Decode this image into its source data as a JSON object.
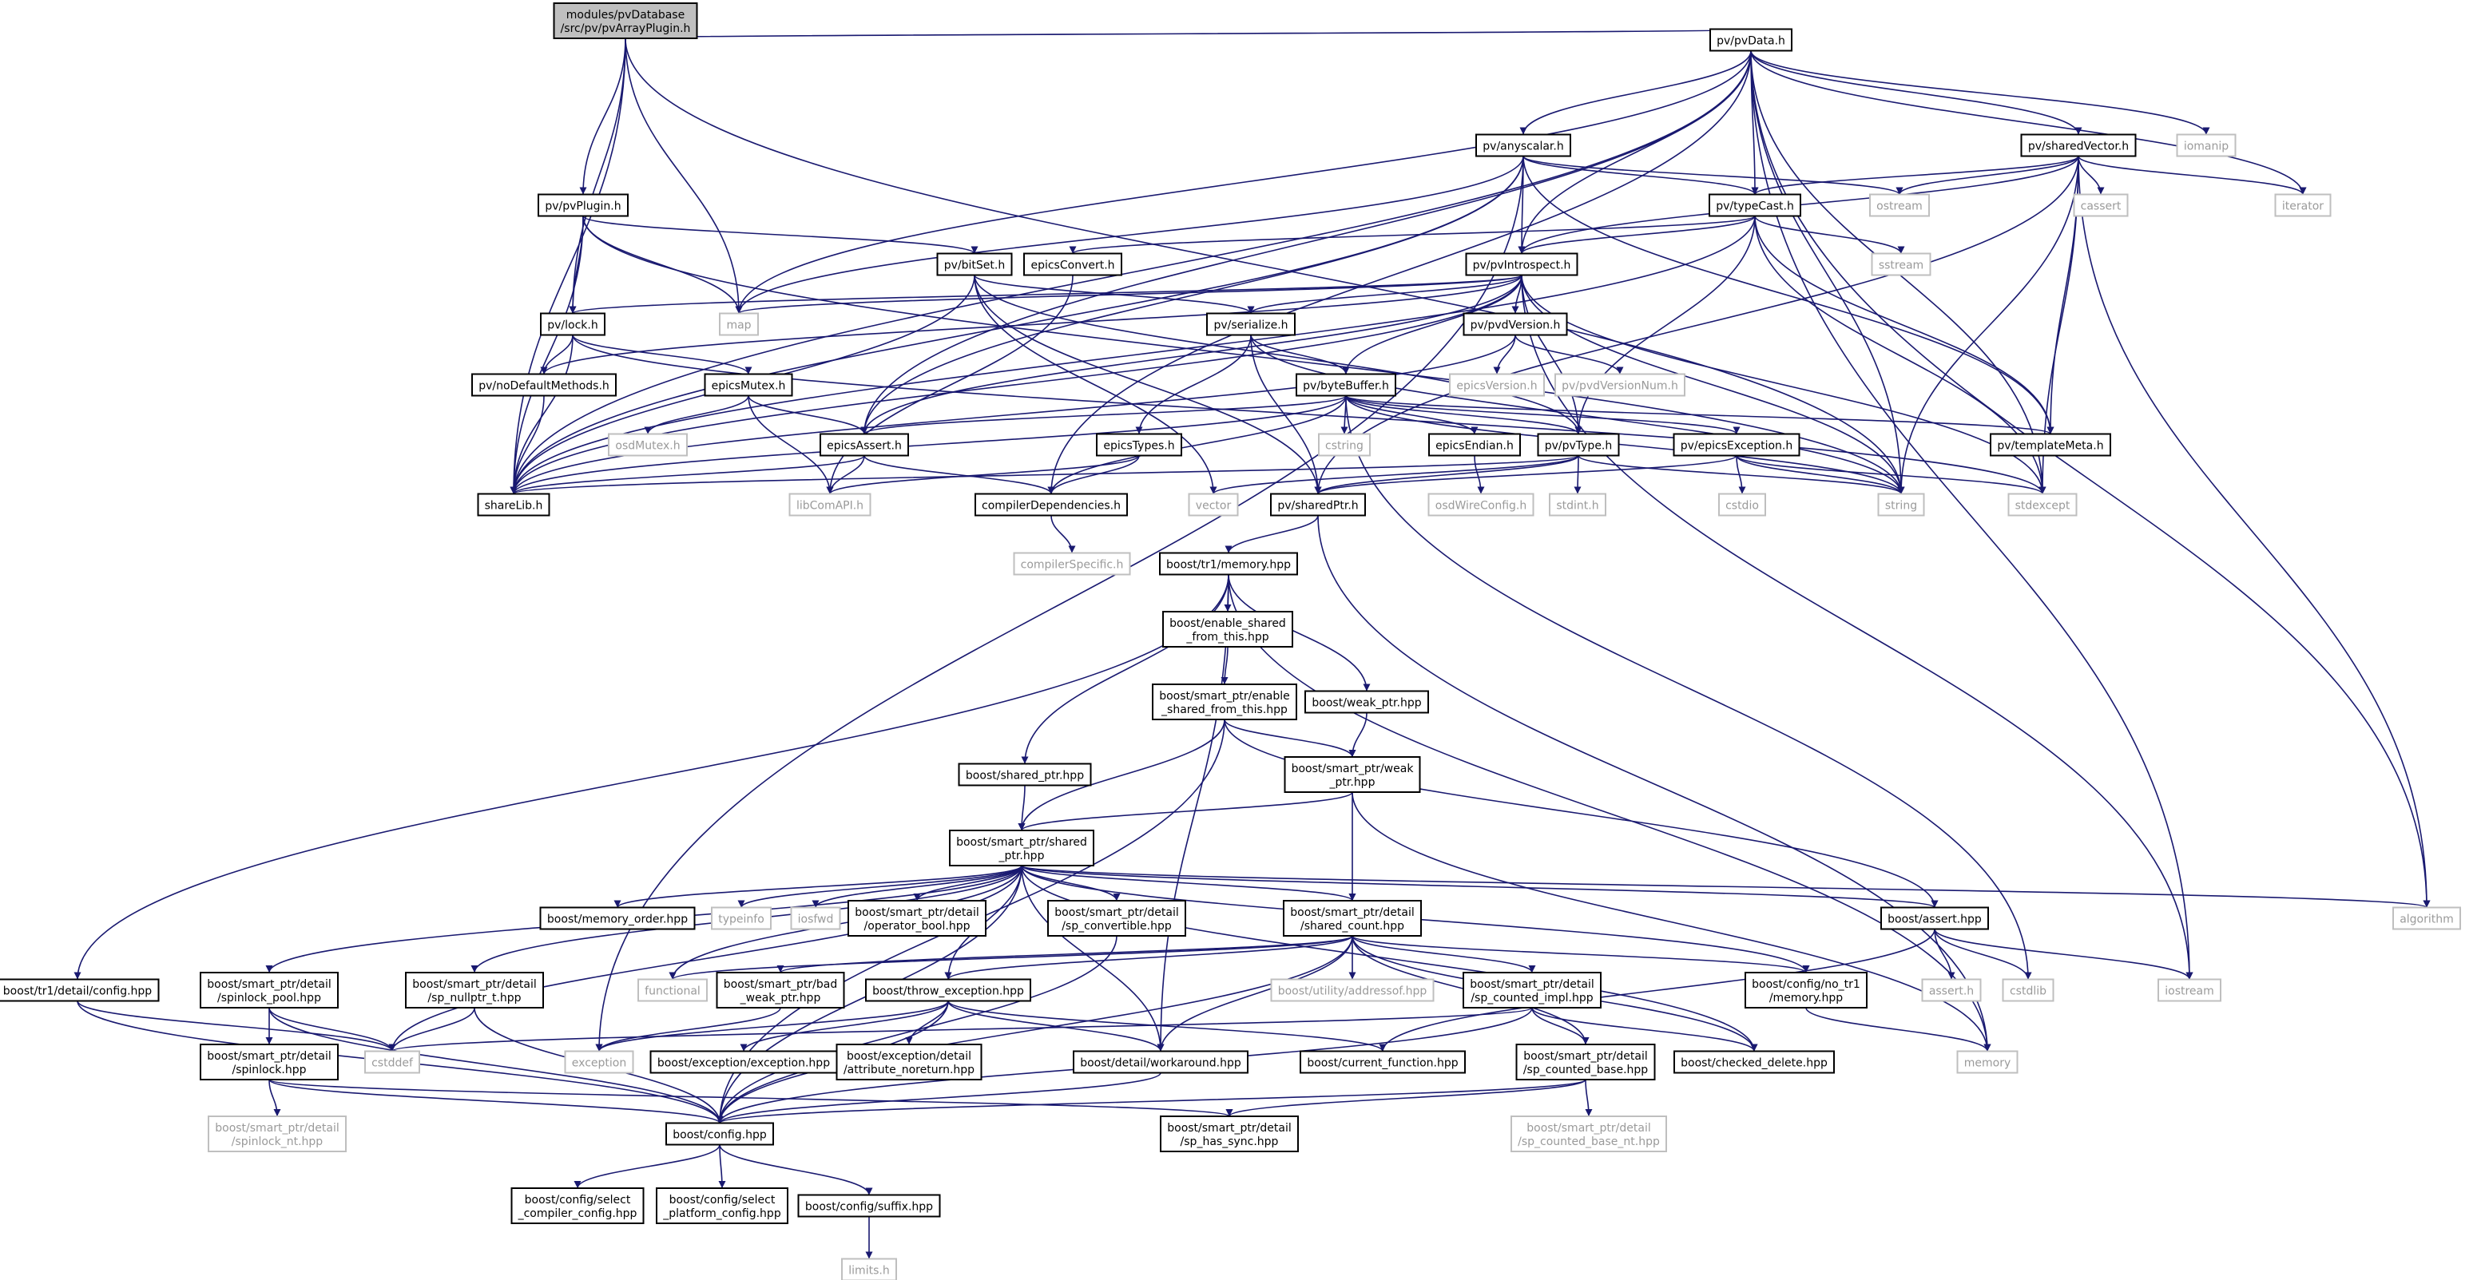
{
  "nodes": [
    {
      "id": "root",
      "lines": [
        "modules/pvDatabase",
        "/src/pv/pvArrayPlugin.h"
      ],
      "kind": "root"
    },
    {
      "id": "pvData",
      "lines": [
        "pv/pvData.h"
      ],
      "kind": "doc"
    },
    {
      "id": "pvPlugin",
      "lines": [
        "pv/pvPlugin.h"
      ],
      "kind": "doc"
    },
    {
      "id": "lock",
      "lines": [
        "pv/lock.h"
      ],
      "kind": "doc"
    },
    {
      "id": "map",
      "lines": [
        "map"
      ],
      "kind": "ext"
    },
    {
      "id": "shareLib",
      "lines": [
        "shareLib.h"
      ],
      "kind": "doc"
    },
    {
      "id": "string",
      "lines": [
        "string"
      ],
      "kind": "ext"
    },
    {
      "id": "anyscalar",
      "lines": [
        "pv/anyscalar.h"
      ],
      "kind": "doc"
    },
    {
      "id": "sharedVector",
      "lines": [
        "pv/sharedVector.h"
      ],
      "kind": "doc"
    },
    {
      "id": "iomanip",
      "lines": [
        "iomanip"
      ],
      "kind": "ext"
    },
    {
      "id": "typeCast",
      "lines": [
        "pv/typeCast.h"
      ],
      "kind": "doc"
    },
    {
      "id": "ostream",
      "lines": [
        "ostream"
      ],
      "kind": "ext"
    },
    {
      "id": "cassert",
      "lines": [
        "cassert"
      ],
      "kind": "ext"
    },
    {
      "id": "iterator",
      "lines": [
        "iterator"
      ],
      "kind": "ext"
    },
    {
      "id": "epicsConvert",
      "lines": [
        "epicsConvert.h"
      ],
      "kind": "doc"
    },
    {
      "id": "pvIntrospect",
      "lines": [
        "pv/pvIntrospect.h"
      ],
      "kind": "doc"
    },
    {
      "id": "sstream",
      "lines": [
        "sstream"
      ],
      "kind": "ext"
    },
    {
      "id": "bitSet",
      "lines": [
        "pv/bitSet.h"
      ],
      "kind": "doc"
    },
    {
      "id": "serialize",
      "lines": [
        "pv/serialize.h"
      ],
      "kind": "doc"
    },
    {
      "id": "pvdVersion",
      "lines": [
        "pv/pvdVersion.h"
      ],
      "kind": "doc"
    },
    {
      "id": "noDefault",
      "lines": [
        "pv/noDefaultMethods.h"
      ],
      "kind": "doc"
    },
    {
      "id": "epicsMutex",
      "lines": [
        "epicsMutex.h"
      ],
      "kind": "doc"
    },
    {
      "id": "epicsVersion",
      "lines": [
        "epicsVersion.h"
      ],
      "kind": "ext"
    },
    {
      "id": "pvdVersionNum",
      "lines": [
        "pv/pvdVersionNum.h"
      ],
      "kind": "ext"
    },
    {
      "id": "byteBuffer",
      "lines": [
        "pv/byteBuffer.h"
      ],
      "kind": "doc"
    },
    {
      "id": "templateMeta",
      "lines": [
        "pv/templateMeta.h"
      ],
      "kind": "doc"
    },
    {
      "id": "osdMutex",
      "lines": [
        "osdMutex.h"
      ],
      "kind": "ext"
    },
    {
      "id": "epicsAssert",
      "lines": [
        "epicsAssert.h"
      ],
      "kind": "doc"
    },
    {
      "id": "epicsTypes",
      "lines": [
        "epicsTypes.h"
      ],
      "kind": "doc"
    },
    {
      "id": "cstring",
      "lines": [
        "cstring"
      ],
      "kind": "ext"
    },
    {
      "id": "epicsEndian",
      "lines": [
        "epicsEndian.h"
      ],
      "kind": "doc"
    },
    {
      "id": "pvType",
      "lines": [
        "pv/pvType.h"
      ],
      "kind": "doc"
    },
    {
      "id": "epicsException",
      "lines": [
        "pv/epicsException.h"
      ],
      "kind": "doc"
    },
    {
      "id": "stdexcept",
      "lines": [
        "stdexcept"
      ],
      "kind": "ext"
    },
    {
      "id": "libComAPI",
      "lines": [
        "libComAPI.h"
      ],
      "kind": "ext"
    },
    {
      "id": "compilerDep",
      "lines": [
        "compilerDependencies.h"
      ],
      "kind": "doc"
    },
    {
      "id": "vector",
      "lines": [
        "vector"
      ],
      "kind": "ext"
    },
    {
      "id": "sharedPtr",
      "lines": [
        "pv/sharedPtr.h"
      ],
      "kind": "doc"
    },
    {
      "id": "osdWireConfig",
      "lines": [
        "osdWireConfig.h"
      ],
      "kind": "ext"
    },
    {
      "id": "stdint",
      "lines": [
        "stdint.h"
      ],
      "kind": "ext"
    },
    {
      "id": "cstdio",
      "lines": [
        "cstdio"
      ],
      "kind": "ext"
    },
    {
      "id": "compilerSpecific",
      "lines": [
        "compilerSpecific.h"
      ],
      "kind": "ext"
    },
    {
      "id": "tr1memory",
      "lines": [
        "boost/tr1/memory.hpp"
      ],
      "kind": "doc"
    },
    {
      "id": "enableShared",
      "lines": [
        "boost/enable_shared",
        "_from_this.hpp"
      ],
      "kind": "doc"
    },
    {
      "id": "spEnableShared",
      "lines": [
        "boost/smart_ptr/enable",
        "_shared_from_this.hpp"
      ],
      "kind": "doc"
    },
    {
      "id": "weakPtr",
      "lines": [
        "boost/weak_ptr.hpp"
      ],
      "kind": "doc"
    },
    {
      "id": "sharedPtrHpp",
      "lines": [
        "boost/shared_ptr.hpp"
      ],
      "kind": "doc"
    },
    {
      "id": "spWeakPtr",
      "lines": [
        "boost/smart_ptr/weak",
        "_ptr.hpp"
      ],
      "kind": "doc"
    },
    {
      "id": "spSharedPtr",
      "lines": [
        "boost/smart_ptr/shared",
        "_ptr.hpp"
      ],
      "kind": "doc"
    },
    {
      "id": "memoryOrder",
      "lines": [
        "boost/memory_order.hpp"
      ],
      "kind": "doc"
    },
    {
      "id": "typeinfo",
      "lines": [
        "typeinfo"
      ],
      "kind": "ext"
    },
    {
      "id": "iosfwd",
      "lines": [
        "iosfwd"
      ],
      "kind": "ext"
    },
    {
      "id": "operatorBool",
      "lines": [
        "boost/smart_ptr/detail",
        "/operator_bool.hpp"
      ],
      "kind": "doc"
    },
    {
      "id": "spConvertible",
      "lines": [
        "boost/smart_ptr/detail",
        "/sp_convertible.hpp"
      ],
      "kind": "doc"
    },
    {
      "id": "sharedCount",
      "lines": [
        "boost/smart_ptr/detail",
        "/shared_count.hpp"
      ],
      "kind": "doc"
    },
    {
      "id": "boostAssert",
      "lines": [
        "boost/assert.hpp"
      ],
      "kind": "doc"
    },
    {
      "id": "algorithm",
      "lines": [
        "algorithm"
      ],
      "kind": "ext"
    },
    {
      "id": "tr1config",
      "lines": [
        "boost/tr1/detail/config.hpp"
      ],
      "kind": "doc"
    },
    {
      "id": "spinlockPool",
      "lines": [
        "boost/smart_ptr/detail",
        "/spinlock_pool.hpp"
      ],
      "kind": "doc"
    },
    {
      "id": "spNullptr",
      "lines": [
        "boost/smart_ptr/detail",
        "/sp_nullptr_t.hpp"
      ],
      "kind": "doc"
    },
    {
      "id": "functional",
      "lines": [
        "functional"
      ],
      "kind": "ext"
    },
    {
      "id": "badWeakPtr",
      "lines": [
        "boost/smart_ptr/bad",
        "_weak_ptr.hpp"
      ],
      "kind": "doc"
    },
    {
      "id": "throwException",
      "lines": [
        "boost/throw_exception.hpp"
      ],
      "kind": "doc"
    },
    {
      "id": "addressof",
      "lines": [
        "boost/utility/addressof.hpp"
      ],
      "kind": "ext"
    },
    {
      "id": "spCountedImpl",
      "lines": [
        "boost/smart_ptr/detail",
        "/sp_counted_impl.hpp"
      ],
      "kind": "doc"
    },
    {
      "id": "noTr1Memory",
      "lines": [
        "boost/config/no_tr1",
        "/memory.hpp"
      ],
      "kind": "doc"
    },
    {
      "id": "assertH",
      "lines": [
        "assert.h"
      ],
      "kind": "ext"
    },
    {
      "id": "cstdlib",
      "lines": [
        "cstdlib"
      ],
      "kind": "ext"
    },
    {
      "id": "iostream",
      "lines": [
        "iostream"
      ],
      "kind": "ext"
    },
    {
      "id": "cstddef",
      "lines": [
        "cstddef"
      ],
      "kind": "ext"
    },
    {
      "id": "exception",
      "lines": [
        "exception"
      ],
      "kind": "ext"
    },
    {
      "id": "exceptionHpp",
      "lines": [
        "boost/exception/exception.hpp"
      ],
      "kind": "doc"
    },
    {
      "id": "attrNoreturn",
      "lines": [
        "boost/exception/detail",
        "/attribute_noreturn.hpp"
      ],
      "kind": "doc"
    },
    {
      "id": "workaround",
      "lines": [
        "boost/detail/workaround.hpp"
      ],
      "kind": "doc"
    },
    {
      "id": "currentFunction",
      "lines": [
        "boost/current_function.hpp"
      ],
      "kind": "doc"
    },
    {
      "id": "spCountedBase",
      "lines": [
        "boost/smart_ptr/detail",
        "/sp_counted_base.hpp"
      ],
      "kind": "doc"
    },
    {
      "id": "checkedDelete",
      "lines": [
        "boost/checked_delete.hpp"
      ],
      "kind": "doc"
    },
    {
      "id": "memory",
      "lines": [
        "memory"
      ],
      "kind": "ext"
    },
    {
      "id": "spinlock",
      "lines": [
        "boost/smart_ptr/detail",
        "/spinlock.hpp"
      ],
      "kind": "doc"
    },
    {
      "id": "boostConfig",
      "lines": [
        "boost/config.hpp"
      ],
      "kind": "doc"
    },
    {
      "id": "spHasSync",
      "lines": [
        "boost/smart_ptr/detail",
        "/sp_has_sync.hpp"
      ],
      "kind": "doc"
    },
    {
      "id": "spinlockNt",
      "lines": [
        "boost/smart_ptr/detail",
        "/spinlock_nt.hpp"
      ],
      "kind": "ext"
    },
    {
      "id": "spCountedBaseNt",
      "lines": [
        "boost/smart_ptr/detail",
        "/sp_counted_base_nt.hpp"
      ],
      "kind": "ext"
    },
    {
      "id": "selectCompiler",
      "lines": [
        "boost/config/select",
        "_compiler_config.hpp"
      ],
      "kind": "doc"
    },
    {
      "id": "selectPlatform",
      "lines": [
        "boost/config/select",
        "_platform_config.hpp"
      ],
      "kind": "doc"
    },
    {
      "id": "suffix",
      "lines": [
        "boost/config/suffix.hpp"
      ],
      "kind": "doc"
    },
    {
      "id": "limits",
      "lines": [
        "limits.h"
      ],
      "kind": "ext"
    }
  ],
  "edges": [
    [
      "root",
      "pvData"
    ],
    [
      "root",
      "pvPlugin"
    ],
    [
      "root",
      "lock"
    ],
    [
      "root",
      "map"
    ],
    [
      "root",
      "shareLib"
    ],
    [
      "root",
      "string"
    ],
    [
      "pvData",
      "anyscalar"
    ],
    [
      "pvData",
      "sharedVector"
    ],
    [
      "pvData",
      "iomanip"
    ],
    [
      "pvData",
      "typeCast"
    ],
    [
      "pvData",
      "pvIntrospect"
    ],
    [
      "pvData",
      "map"
    ],
    [
      "pvData",
      "shareLib"
    ],
    [
      "pvData",
      "string"
    ],
    [
      "pvData",
      "epicsAssert"
    ],
    [
      "pvData",
      "compilerDep"
    ],
    [
      "pvData",
      "iterator"
    ],
    [
      "pvData",
      "algorithm"
    ],
    [
      "pvData",
      "iostream"
    ],
    [
      "pvData",
      "stdexcept"
    ],
    [
      "anyscalar",
      "typeCast"
    ],
    [
      "anyscalar",
      "pvIntrospect"
    ],
    [
      "anyscalar",
      "ostream"
    ],
    [
      "anyscalar",
      "templateMeta"
    ],
    [
      "anyscalar",
      "epicsAssert"
    ],
    [
      "anyscalar",
      "exception"
    ],
    [
      "anyscalar",
      "map"
    ],
    [
      "anyscalar",
      "shareLib"
    ],
    [
      "sharedVector",
      "typeCast"
    ],
    [
      "sharedVector",
      "pvIntrospect"
    ],
    [
      "sharedVector",
      "ostream"
    ],
    [
      "sharedVector",
      "cassert"
    ],
    [
      "sharedVector",
      "iterator"
    ],
    [
      "sharedVector",
      "templateMeta"
    ],
    [
      "sharedVector",
      "algorithm"
    ],
    [
      "sharedVector",
      "stdexcept"
    ],
    [
      "sharedVector",
      "sharedPtr"
    ],
    [
      "sharedVector",
      "string"
    ],
    [
      "typeCast",
      "pvIntrospect"
    ],
    [
      "typeCast",
      "epicsConvert"
    ],
    [
      "typeCast",
      "sstream"
    ],
    [
      "typeCast",
      "pvType"
    ],
    [
      "typeCast",
      "templateMeta"
    ],
    [
      "typeCast",
      "stdexcept"
    ],
    [
      "typeCast",
      "shareLib"
    ],
    [
      "pvIntrospect",
      "map"
    ],
    [
      "pvIntrospect",
      "lock"
    ],
    [
      "pvIntrospect",
      "serialize"
    ],
    [
      "pvIntrospect",
      "pvdVersion"
    ],
    [
      "pvIntrospect",
      "byteBuffer"
    ],
    [
      "pvIntrospect",
      "pvType"
    ],
    [
      "pvIntrospect",
      "epicsAssert"
    ],
    [
      "pvIntrospect",
      "noDefault"
    ],
    [
      "pvIntrospect",
      "shareLib"
    ],
    [
      "pvIntrospect",
      "string"
    ],
    [
      "pvIntrospect",
      "stdexcept"
    ],
    [
      "pvIntrospect",
      "iostream"
    ],
    [
      "pvPlugin",
      "lock"
    ],
    [
      "pvPlugin",
      "map"
    ],
    [
      "pvPlugin",
      "bitSet"
    ],
    [
      "pvPlugin",
      "shareLib"
    ],
    [
      "pvPlugin",
      "string"
    ],
    [
      "bitSet",
      "serialize"
    ],
    [
      "bitSet",
      "sharedPtr"
    ],
    [
      "bitSet",
      "vector"
    ],
    [
      "bitSet",
      "shareLib"
    ],
    [
      "bitSet",
      "pvType"
    ],
    [
      "lock",
      "epicsMutex"
    ],
    [
      "lock",
      "noDefault"
    ],
    [
      "lock",
      "shareLib"
    ],
    [
      "lock",
      "stdexcept"
    ],
    [
      "epicsMutex",
      "osdMutex"
    ],
    [
      "epicsMutex",
      "epicsAssert"
    ],
    [
      "epicsMutex",
      "libComAPI"
    ],
    [
      "epicsConvert",
      "libComAPI"
    ],
    [
      "serialize",
      "byteBuffer"
    ],
    [
      "serialize",
      "epicsTypes"
    ],
    [
      "serialize",
      "sharedPtr"
    ],
    [
      "serialize",
      "string"
    ],
    [
      "pvdVersion",
      "epicsVersion"
    ],
    [
      "pvdVersion",
      "pvdVersionNum"
    ],
    [
      "pvdVersion",
      "shareLib"
    ],
    [
      "byteBuffer",
      "cstring"
    ],
    [
      "byteBuffer",
      "epicsEndian"
    ],
    [
      "byteBuffer",
      "pvType"
    ],
    [
      "byteBuffer",
      "epicsException"
    ],
    [
      "byteBuffer",
      "templateMeta"
    ],
    [
      "byteBuffer",
      "epicsAssert"
    ],
    [
      "byteBuffer",
      "shareLib"
    ],
    [
      "byteBuffer",
      "cstdlib"
    ],
    [
      "byteBuffer",
      "compilerDep"
    ],
    [
      "byteBuffer",
      "string"
    ],
    [
      "epicsEndian",
      "osdWireConfig"
    ],
    [
      "pvType",
      "stdint"
    ],
    [
      "pvType",
      "vector"
    ],
    [
      "pvType",
      "string"
    ],
    [
      "pvType",
      "sharedPtr"
    ],
    [
      "pvType",
      "shareLib"
    ],
    [
      "epicsException",
      "stdexcept"
    ],
    [
      "epicsException",
      "string"
    ],
    [
      "epicsException",
      "cstdio"
    ],
    [
      "epicsException",
      "sharedPtr"
    ],
    [
      "epicsAssert",
      "compilerDep"
    ],
    [
      "epicsAssert",
      "libComAPI"
    ],
    [
      "epicsAssert",
      "shareLib"
    ],
    [
      "epicsTypes",
      "compilerDep"
    ],
    [
      "epicsTypes",
      "libComAPI"
    ],
    [
      "compilerDep",
      "compilerSpecific"
    ],
    [
      "noDefault",
      "shareLib"
    ],
    [
      "sharedPtr",
      "tr1memory"
    ],
    [
      "sharedPtr",
      "memory"
    ],
    [
      "tr1memory",
      "enableShared"
    ],
    [
      "tr1memory",
      "weakPtr"
    ],
    [
      "tr1memory",
      "sharedPtrHpp"
    ],
    [
      "tr1memory",
      "tr1config"
    ],
    [
      "tr1memory",
      "workaround"
    ],
    [
      "tr1memory",
      "memory"
    ],
    [
      "enableShared",
      "spEnableShared"
    ],
    [
      "spEnableShared",
      "spWeakPtr"
    ],
    [
      "spEnableShared",
      "spSharedPtr"
    ],
    [
      "spEnableShared",
      "boostConfig"
    ],
    [
      "spEnableShared",
      "boostAssert"
    ],
    [
      "weakPtr",
      "spWeakPtr"
    ],
    [
      "sharedPtrHpp",
      "spSharedPtr"
    ],
    [
      "spWeakPtr",
      "spSharedPtr"
    ],
    [
      "spWeakPtr",
      "sharedCount"
    ],
    [
      "spWeakPtr",
      "memory"
    ],
    [
      "spSharedPtr",
      "memoryOrder"
    ],
    [
      "spSharedPtr",
      "typeinfo"
    ],
    [
      "spSharedPtr",
      "iosfwd"
    ],
    [
      "spSharedPtr",
      "operatorBool"
    ],
    [
      "spSharedPtr",
      "spConvertible"
    ],
    [
      "spSharedPtr",
      "sharedCount"
    ],
    [
      "spSharedPtr",
      "boostAssert"
    ],
    [
      "spSharedPtr",
      "algorithm"
    ],
    [
      "spSharedPtr",
      "spinlockPool"
    ],
    [
      "spSharedPtr",
      "spNullptr"
    ],
    [
      "spSharedPtr",
      "functional"
    ],
    [
      "spSharedPtr",
      "throwException"
    ],
    [
      "spSharedPtr",
      "workaround"
    ],
    [
      "spSharedPtr",
      "checkedDelete"
    ],
    [
      "spSharedPtr",
      "noTr1Memory"
    ],
    [
      "spSharedPtr",
      "cstddef"
    ],
    [
      "spSharedPtr",
      "boostConfig"
    ],
    [
      "spConvertible",
      "boostConfig"
    ],
    [
      "sharedCount",
      "badWeakPtr"
    ],
    [
      "sharedCount",
      "throwException"
    ],
    [
      "sharedCount",
      "addressof"
    ],
    [
      "sharedCount",
      "spCountedImpl"
    ],
    [
      "sharedCount",
      "noTr1Memory"
    ],
    [
      "sharedCount",
      "checkedDelete"
    ],
    [
      "sharedCount",
      "workaround"
    ],
    [
      "sharedCount",
      "functional"
    ],
    [
      "sharedCount",
      "boostConfig"
    ],
    [
      "sharedCount",
      "spCountedBase"
    ],
    [
      "boostAssert",
      "assertH"
    ],
    [
      "boostAssert",
      "cstdlib"
    ],
    [
      "boostAssert",
      "iostream"
    ],
    [
      "boostAssert",
      "currentFunction"
    ],
    [
      "tr1config",
      "boostConfig"
    ],
    [
      "tr1config",
      "cstddef"
    ],
    [
      "spinlockPool",
      "spinlock"
    ],
    [
      "spinlockPool",
      "cstddef"
    ],
    [
      "spinlockPool",
      "boostConfig"
    ],
    [
      "spNullptr",
      "cstddef"
    ],
    [
      "spNullptr",
      "boostConfig"
    ],
    [
      "badWeakPtr",
      "exception"
    ],
    [
      "throwException",
      "exception"
    ],
    [
      "throwException",
      "exceptionHpp"
    ],
    [
      "throwException",
      "attrNoreturn"
    ],
    [
      "throwException",
      "workaround"
    ],
    [
      "throwException",
      "currentFunction"
    ],
    [
      "throwException",
      "boostConfig"
    ],
    [
      "spCountedImpl",
      "spCountedBase"
    ],
    [
      "spCountedImpl",
      "checkedDelete"
    ],
    [
      "spCountedImpl",
      "cstddef"
    ],
    [
      "spCountedImpl",
      "boostConfig"
    ],
    [
      "noTr1Memory",
      "memory"
    ],
    [
      "spCountedBase",
      "spCountedBaseNt"
    ],
    [
      "spCountedBase",
      "spHasSync"
    ],
    [
      "spCountedBase",
      "boostConfig"
    ],
    [
      "workaround",
      "boostConfig"
    ],
    [
      "spinlock",
      "spinlockNt"
    ],
    [
      "spinlock",
      "spHasSync"
    ],
    [
      "spinlock",
      "boostConfig"
    ],
    [
      "boostConfig",
      "selectCompiler"
    ],
    [
      "boostConfig",
      "selectPlatform"
    ],
    [
      "boostConfig",
      "suffix"
    ],
    [
      "suffix",
      "limits"
    ]
  ]
}
